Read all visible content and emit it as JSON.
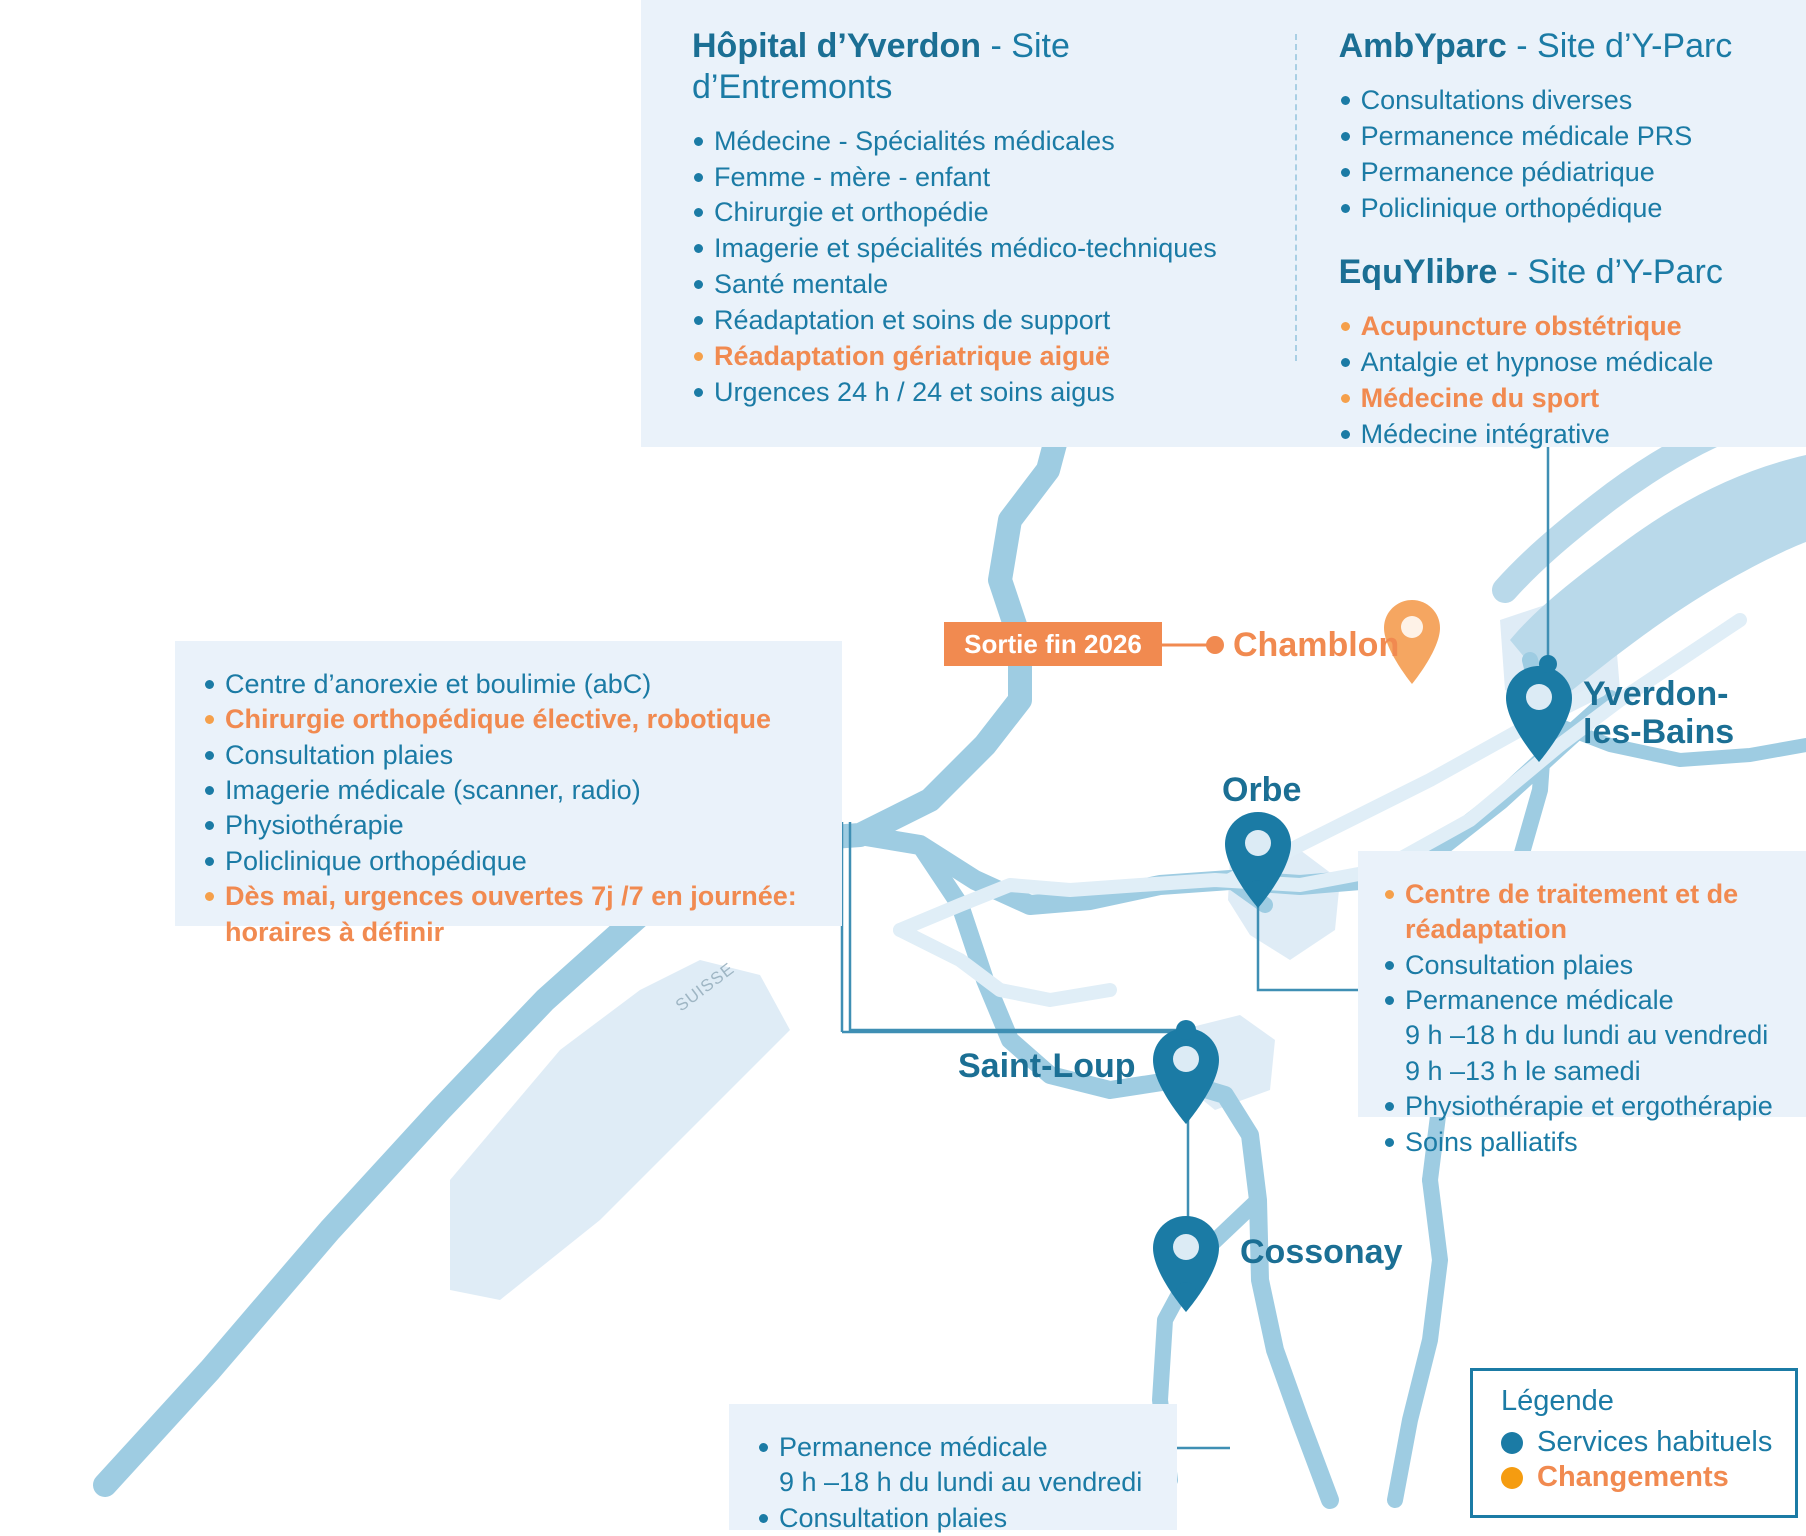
{
  "top_panel": {
    "left": {
      "title_bold": "Hôpital d’Yverdon",
      "title_rest": " - Site d’Entremonts",
      "items": [
        {
          "text": "Médecine - Spécialités médicales",
          "highlight": false
        },
        {
          "text": "Femme - mère - enfant",
          "highlight": false
        },
        {
          "text": "Chirurgie et orthopédie",
          "highlight": false
        },
        {
          "text": "Imagerie et spécialités médico-techniques",
          "highlight": false
        },
        {
          "text": "Santé mentale",
          "highlight": false
        },
        {
          "text": "Réadaptation et soins de support",
          "highlight": false
        },
        {
          "text": "Réadaptation gériatrique aiguë",
          "highlight": true
        },
        {
          "text": "Urgences 24 h / 24 et soins aigus",
          "highlight": false
        }
      ]
    },
    "right": {
      "title1_bold": "AmbYparc",
      "title1_rest": " - Site d’Y-Parc",
      "items1": [
        {
          "text": "Consultations diverses",
          "highlight": false
        },
        {
          "text": "Permanence médicale PRS",
          "highlight": false
        },
        {
          "text": "Permanence pédiatrique",
          "highlight": false
        },
        {
          "text": "Policlinique orthopédique",
          "highlight": false
        }
      ],
      "title2_bold": "EquYlibre",
      "title2_rest": " - Site d’Y-Parc",
      "items2": [
        {
          "text": "Acupuncture obstétrique",
          "highlight": true
        },
        {
          "text": "Antalgie et hypnose médicale",
          "highlight": false
        },
        {
          "text": "Médecine du sport",
          "highlight": true
        },
        {
          "text": "Médecine intégrative",
          "highlight": false
        }
      ]
    }
  },
  "panel_saintloup": {
    "items": [
      {
        "text": "Centre d’anorexie et boulimie (abC)",
        "highlight": false
      },
      {
        "text": "Chirurgie orthopédique élective, robotique",
        "highlight": true
      },
      {
        "text": "Consultation plaies",
        "highlight": false
      },
      {
        "text": "Imagerie médicale (scanner, radio)",
        "highlight": false
      },
      {
        "text": "Physiothérapie",
        "highlight": false
      },
      {
        "text": "Policlinique orthopédique",
        "highlight": false
      },
      {
        "text": "Dès mai, urgences ouvertes 7j /7 en journée:\nhoraires à définir",
        "highlight": true
      }
    ]
  },
  "panel_orbe": {
    "items": [
      {
        "text": "Centre de traitement et de\nréadaptation",
        "highlight": true
      },
      {
        "text": "Consultation plaies",
        "highlight": false
      },
      {
        "text": "Permanence médicale\n9 h –18 h du lundi au vendredi\n9 h –13 h le samedi",
        "highlight": false
      },
      {
        "text": "Physiothérapie et ergothérapie",
        "highlight": false
      },
      {
        "text": "Soins palliatifs",
        "highlight": false
      }
    ]
  },
  "panel_cossonay": {
    "items": [
      {
        "text": "Permanence médicale\n9 h –18 h du lundi au vendredi",
        "highlight": false
      },
      {
        "text": "Consultation plaies",
        "highlight": false
      }
    ]
  },
  "badge": {
    "label": "Sortie fin 2026"
  },
  "cities": {
    "chamblon": "Chamblon",
    "yverdon": "Yverdon-\nles-Bains",
    "orbe": "Orbe",
    "saint_loup": "Saint-Loup",
    "cossonay": "Cossonay",
    "country": "SUISSE"
  },
  "legend": {
    "title": "Légende",
    "entries": [
      {
        "label": "Services habituels",
        "color": "#1b7ba5",
        "highlight": false
      },
      {
        "label": "Changements",
        "color": "#f59c10",
        "highlight": true
      }
    ]
  },
  "colors": {
    "blue": "#1b7ba5",
    "dark_blue": "#1b6f94",
    "orange": "#f18a50",
    "orange_dot": "#f59c10",
    "panel_bg": "#eaf2fa",
    "water": "#9ecce2",
    "land": "#e3eef7"
  }
}
